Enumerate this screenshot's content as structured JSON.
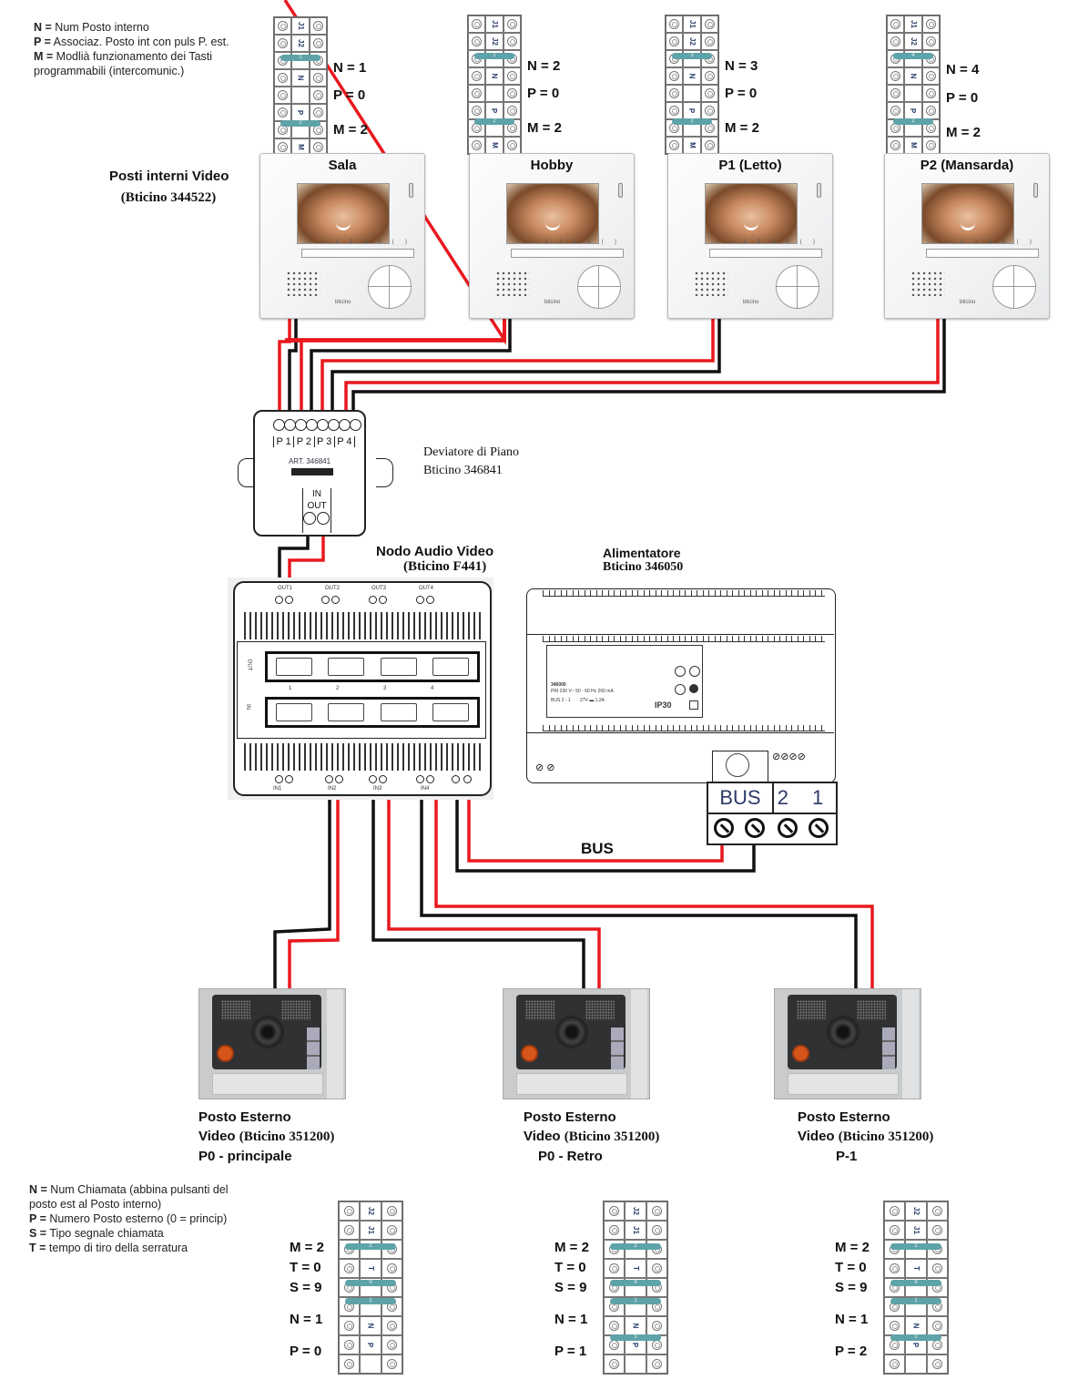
{
  "legend_top": {
    "lines": [
      {
        "key": "N =",
        "text": " Num Posto interno"
      },
      {
        "key": "P =",
        "text": " Associaz. Posto int con puls P. est."
      },
      {
        "key": "M =",
        "text": " Modlià funzionamento dei Tasti"
      },
      {
        "key": "",
        "text": "programmabili (intercomunic.)"
      }
    ]
  },
  "internal_section": {
    "title": "Posti interni Video",
    "model": "(Bticino 344522)"
  },
  "internal_units": [
    {
      "name": "Sala",
      "dip": {
        "N": "1",
        "P": "0",
        "M": "2"
      }
    },
    {
      "name": "Hobby",
      "dip": {
        "N": "2",
        "P": "0",
        "M": "2"
      }
    },
    {
      "name": "P1 (Letto)",
      "dip": {
        "N": "3",
        "P": "0",
        "M": "2"
      }
    },
    {
      "name": "P2 (Mansarda)",
      "dip": {
        "N": "4",
        "P": "0",
        "M": "2"
      }
    }
  ],
  "internal_dip_labels": {
    "N": "N = ",
    "P": "P = ",
    "M": "M = ",
    "j1": "J1",
    "j2": "J2",
    "n": "N",
    "p": "P",
    "m": "M"
  },
  "monitor_keys": [
    "−",
    "+",
    "1",
    "2",
    "3",
    "4",
    "(",
    ")"
  ],
  "monitor_brand": "bticino",
  "deviatore": {
    "title": "Deviatore di Piano",
    "model": "Bticino 346841",
    "art": "ART. 346841",
    "ports": [
      "P 1",
      "P 2",
      "P 3",
      "P 4"
    ],
    "in_label": "IN",
    "out_label": "OUT"
  },
  "nodo": {
    "title": "Nodo Audio Video",
    "model": "(Bticino F441)",
    "out_terminals": [
      "OUT1",
      "OUT2",
      "OUT3",
      "OUT4"
    ],
    "in_terminals": [
      "IN1",
      "IN2",
      "IN3",
      "IN4"
    ],
    "row_out": "OUT",
    "row_in": "IN",
    "port_numbers": [
      "1",
      "2",
      "3",
      "4"
    ]
  },
  "alimentatore": {
    "title": "Alimentatore",
    "model": "Bticino  346050",
    "plate_code": "346000",
    "plate_spec": "PRI 230 V~ 50 - 60 Hz 260 mA",
    "plate_bus": "BUS 2 - 1",
    "plate_out": "27V ▬ 1,2A",
    "ip": "IP30",
    "bus_label": "BUS",
    "terminals_21": "2 1"
  },
  "bus_wire_label": "BUS",
  "external_units": [
    {
      "line1": "Posto Esterno",
      "line2_a": "Video ",
      "line2_b": "(Bticino 351200)",
      "line3": "P0 - principale",
      "dip": {
        "M": "2",
        "T": "0",
        "S": "9",
        "N": "1",
        "P": "0"
      }
    },
    {
      "line1": "Posto Esterno",
      "line2_a": "Video ",
      "line2_b": "(Bticino 351200)",
      "line3": "P0 - Retro",
      "dip": {
        "M": "2",
        "T": "0",
        "S": "9",
        "N": "1",
        "P": "1"
      }
    },
    {
      "line1": "Posto Esterno",
      "line2_a": "Video ",
      "line2_b": "(Bticino 351200)",
      "line3": "P-1",
      "dip": {
        "M": "2",
        "T": "0",
        "S": "9",
        "N": "1",
        "P": "2"
      }
    }
  ],
  "external_dip_labels": {
    "M": "M = ",
    "T": "T = ",
    "S": "S = ",
    "N": "N = ",
    "P": "P = ",
    "j1": "J1",
    "j2": "J2",
    "t": "T",
    "n": "N",
    "p": "P"
  },
  "legend_bottom": {
    "lines": [
      {
        "key": "N =",
        "text": " Num Chiamata (abbina pulsanti del"
      },
      {
        "key": "",
        "text": "posto est al Posto interno)"
      },
      {
        "key": "P =",
        "text": " Numero Posto esterno (0 = princip)"
      },
      {
        "key": "S =",
        "text": " Tipo segnale chiamata"
      },
      {
        "key": "T =",
        "text": " tempo di tiro della serratura"
      }
    ]
  },
  "colors": {
    "wire_red": "#e8191e",
    "wire_black": "#111111",
    "jumper": "#5ea3a8"
  }
}
